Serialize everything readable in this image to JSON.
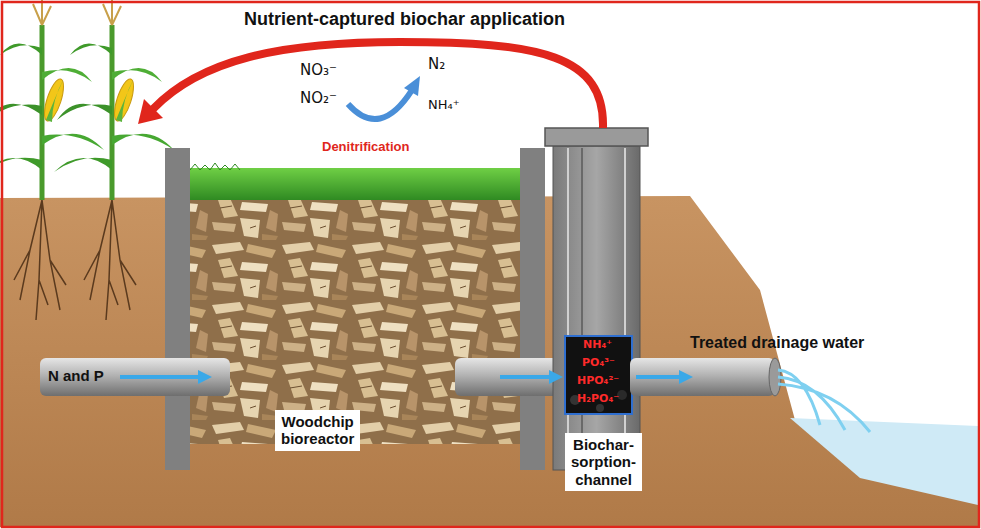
{
  "diagram": {
    "title": "Nutrient-captured biochar application",
    "nodes": [
      {
        "text": [
          "Woodchip bioreactor"
        ]
      },
      {
        "text": [
          "Biochar-sorption-channel"
        ]
      }
    ],
    "labels": [
      "N and P",
      "NO₃⁻",
      "NO₂⁻",
      "N₂",
      "NH₄⁺",
      "Denitrification",
      "Treated drainage water",
      "NH₄⁺",
      "PO₄³⁻",
      "HPO₄²⁻",
      "H₂PO₄⁻"
    ]
  }
}
